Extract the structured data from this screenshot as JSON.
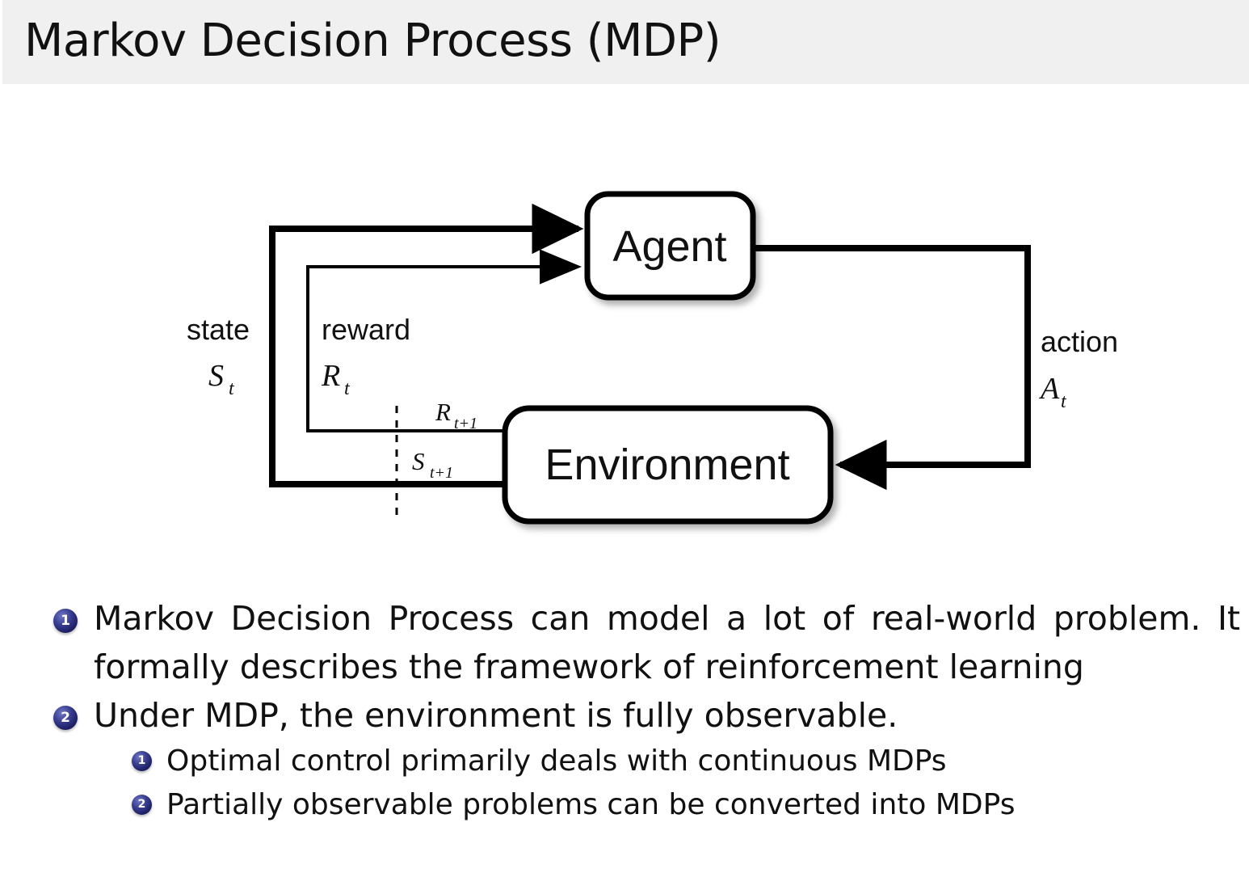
{
  "slide": {
    "title": "Markov Decision Process (MDP)",
    "header_bg": "#f0f0f0",
    "accent_color": "#262a7a",
    "text_color": "#111111"
  },
  "diagram": {
    "name": "agent-environment-interaction-loop",
    "boxes": [
      {
        "id": "agent",
        "label": "Agent"
      },
      {
        "id": "environment",
        "label": "Environment"
      }
    ],
    "edge_labels": {
      "state_word": "state",
      "state_symbol": "S",
      "state_subscript": "t",
      "reward_word": "reward",
      "reward_symbol": "R",
      "reward_subscript": "t",
      "action_word": "action",
      "action_symbol": "A",
      "action_subscript": "t",
      "next_reward_symbol": "R",
      "next_reward_subscript": "t+1",
      "next_state_symbol": "S",
      "next_state_subscript": "t+1"
    }
  },
  "bullets": [
    {
      "number": "1",
      "level": 1,
      "lines": [
        "Markov Decision Process can model a lot of real-world problem. It",
        "formally describes the framework of reinforcement learning"
      ]
    },
    {
      "number": "2",
      "level": 1,
      "lines": [
        "Under MDP, the environment is fully observable."
      ]
    },
    {
      "number": "1",
      "level": 2,
      "lines": [
        "Optimal control primarily deals with continuous MDPs"
      ]
    },
    {
      "number": "2",
      "level": 2,
      "lines": [
        "Partially observable problems can be converted into MDPs"
      ]
    }
  ]
}
